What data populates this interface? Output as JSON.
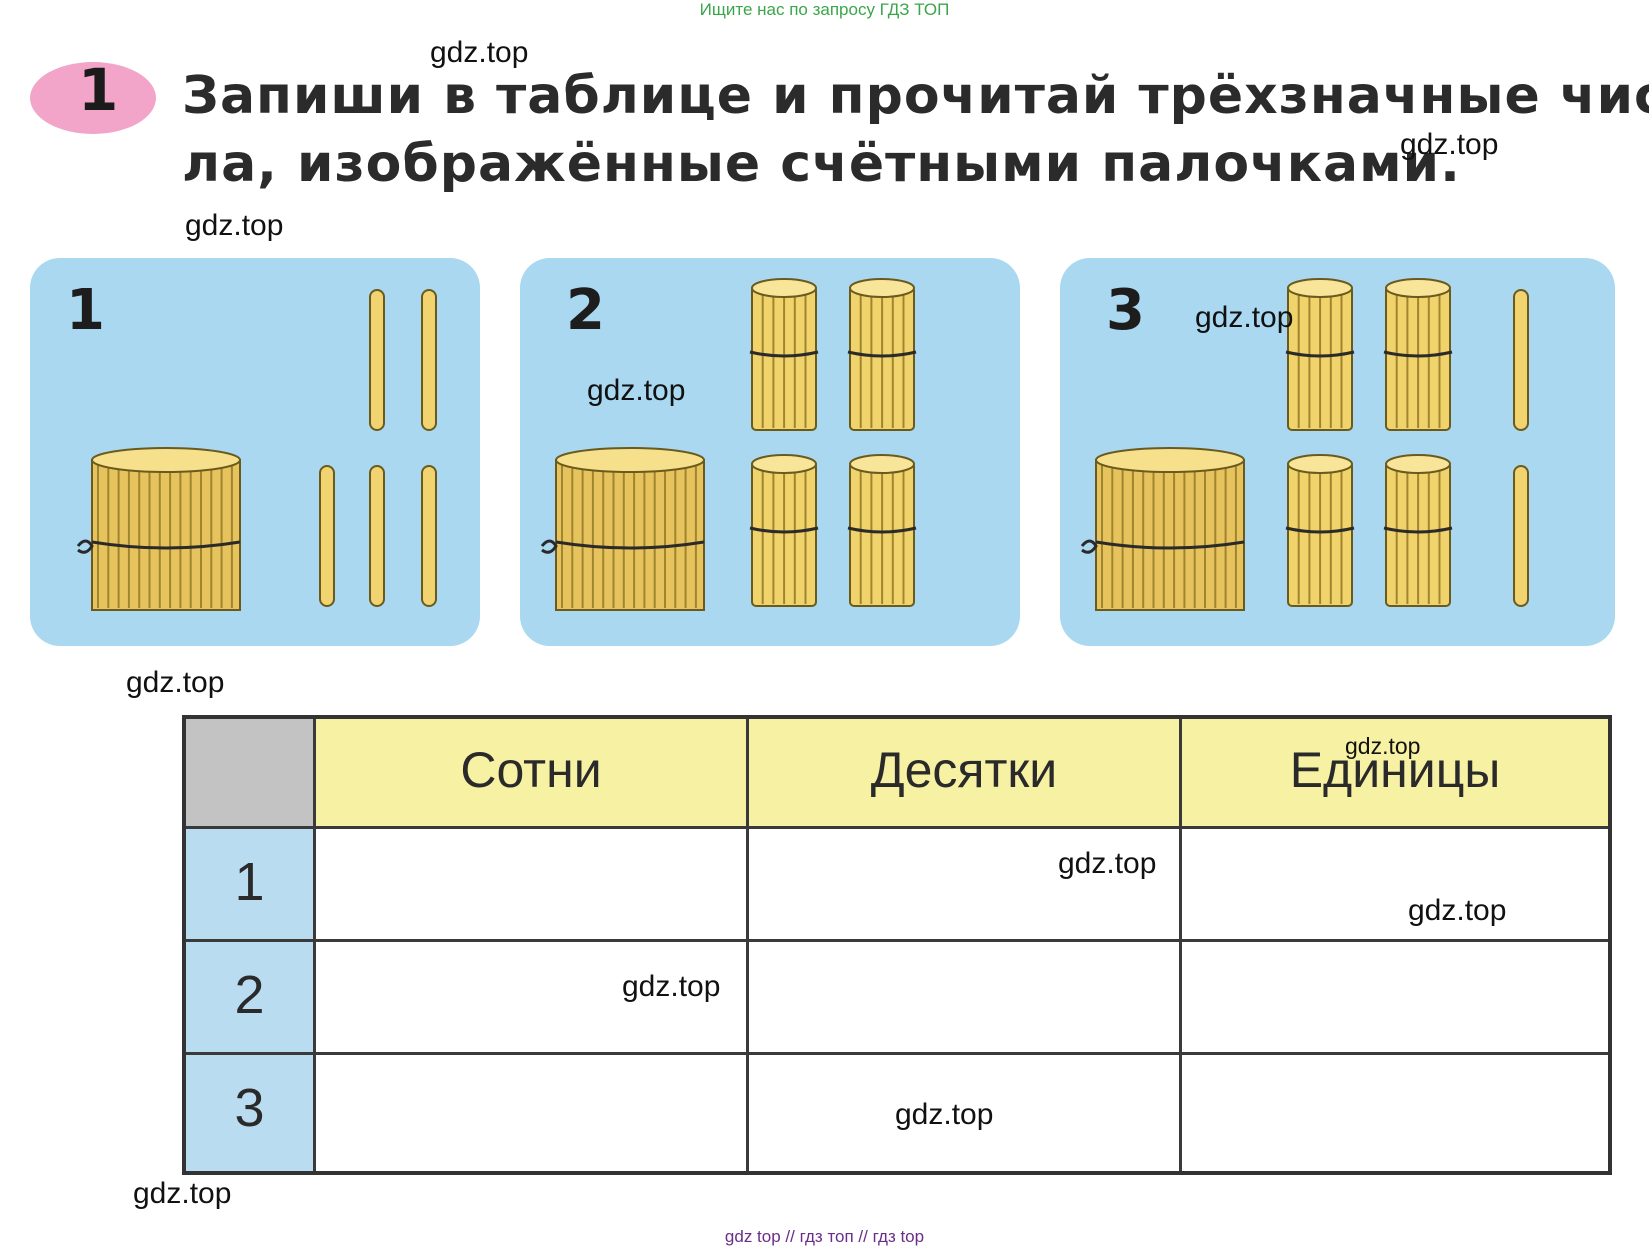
{
  "top_banner": "Ищите нас по запросу ГДЗ ТОП",
  "task": {
    "number": "1",
    "line1": "Запиши в таблице и прочитай трёхзначные чис-",
    "line2": "ла, изображённые счётными палочками."
  },
  "panels": [
    {
      "label": "1",
      "bundles_100": 1,
      "bundles_10": 0,
      "sticks_1": 5
    },
    {
      "label": "2",
      "bundles_100": 1,
      "bundles_10": 4,
      "sticks_1": 0
    },
    {
      "label": "3",
      "bundles_100": 1,
      "bundles_10": 4,
      "sticks_1": 2
    }
  ],
  "table": {
    "headers": [
      "Сотни",
      "Десятки",
      "Единицы"
    ],
    "rows": [
      "1",
      "2",
      "3"
    ]
  },
  "watermarks": [
    "gdz.top",
    "gdz.top",
    "gdz.top",
    "gdz.top",
    "gdz.top",
    "gdz.top",
    "gdz.top",
    "gdz.top",
    "gdz.top",
    "gdz.top",
    "gdz.top",
    "gdz.top"
  ],
  "footer": "gdz top  //  гдз топ  //  гдз top",
  "colors": {
    "panel_bg": "#a9d8f0",
    "header_bg": "#f7f1a3",
    "stick": "#f1d470",
    "badge": "#f2a5c8"
  }
}
